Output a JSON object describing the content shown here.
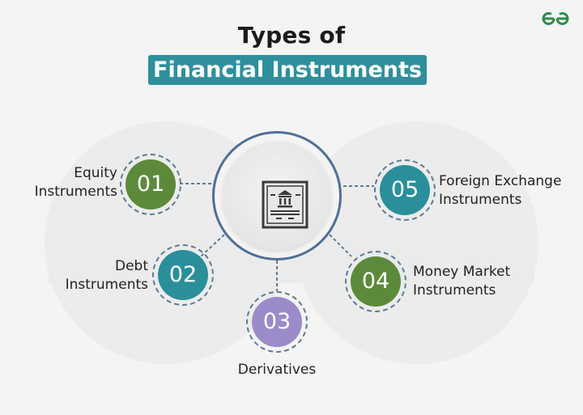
{
  "header": {
    "title_line1": "Types of",
    "title_line2": "Financial Instruments",
    "title_box_color": "#2f8f9d"
  },
  "logo": {
    "icon": "geeksforgeeks-logo-icon",
    "color": "#2f8d46"
  },
  "hub": {
    "icon": "bank-document-icon",
    "ring_color": "#4f6f97"
  },
  "nodes": [
    {
      "number": "01",
      "label_line1": "Equity",
      "label_line2": "Instruments",
      "color": "#5c8a3a"
    },
    {
      "number": "02",
      "label_line1": "Debt",
      "label_line2": "Instruments",
      "color": "#2a8f9b"
    },
    {
      "number": "03",
      "label_line1": "Derivatives",
      "label_line2": "",
      "color": "#9b8bc9"
    },
    {
      "number": "04",
      "label_line1": "Money Market",
      "label_line2": "Instruments",
      "color": "#5c8a3a"
    },
    {
      "number": "05",
      "label_line1": "Foreign Exchange",
      "label_line2": "Instruments",
      "color": "#2a8f9b"
    }
  ]
}
